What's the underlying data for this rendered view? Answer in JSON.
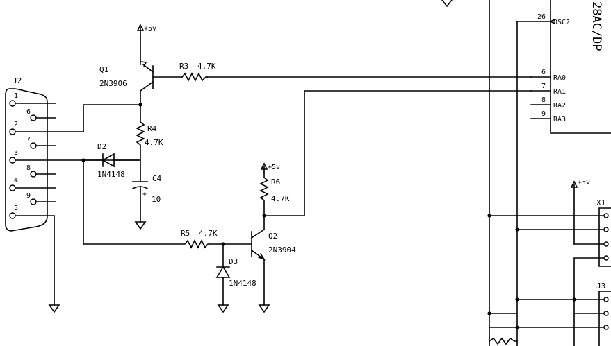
{
  "ic": {
    "part_label": "28AC/DP",
    "pins": [
      {
        "num": "26",
        "name": "OSC2"
      },
      {
        "num": "6",
        "name": "RA0"
      },
      {
        "num": "7",
        "name": "RA1"
      },
      {
        "num": "8",
        "name": "RA2"
      },
      {
        "num": "9",
        "name": "RA3"
      }
    ]
  },
  "connector_j2": {
    "ref": "J2",
    "pins": [
      "1",
      "6",
      "2",
      "7",
      "3",
      "8",
      "4",
      "9",
      "5"
    ]
  },
  "components": {
    "q1": {
      "ref": "Q1",
      "part": "2N3906"
    },
    "q2": {
      "ref": "Q2",
      "part": "2N3904"
    },
    "r3": {
      "ref": "R3",
      "value": "4.7K"
    },
    "r4": {
      "ref": "R4",
      "value": "4.7K"
    },
    "r5": {
      "ref": "R5",
      "value": "4.7K"
    },
    "r6": {
      "ref": "R6",
      "value": "4.7K"
    },
    "d2": {
      "ref": "D2",
      "part": "1N4148"
    },
    "d3": {
      "ref": "D3",
      "part": "1N4148"
    },
    "c4": {
      "ref": "C4",
      "value": "10",
      "polarity": "+"
    }
  },
  "power": {
    "label": "+5v"
  },
  "headers": {
    "x1": "X1",
    "j3": "J3"
  }
}
